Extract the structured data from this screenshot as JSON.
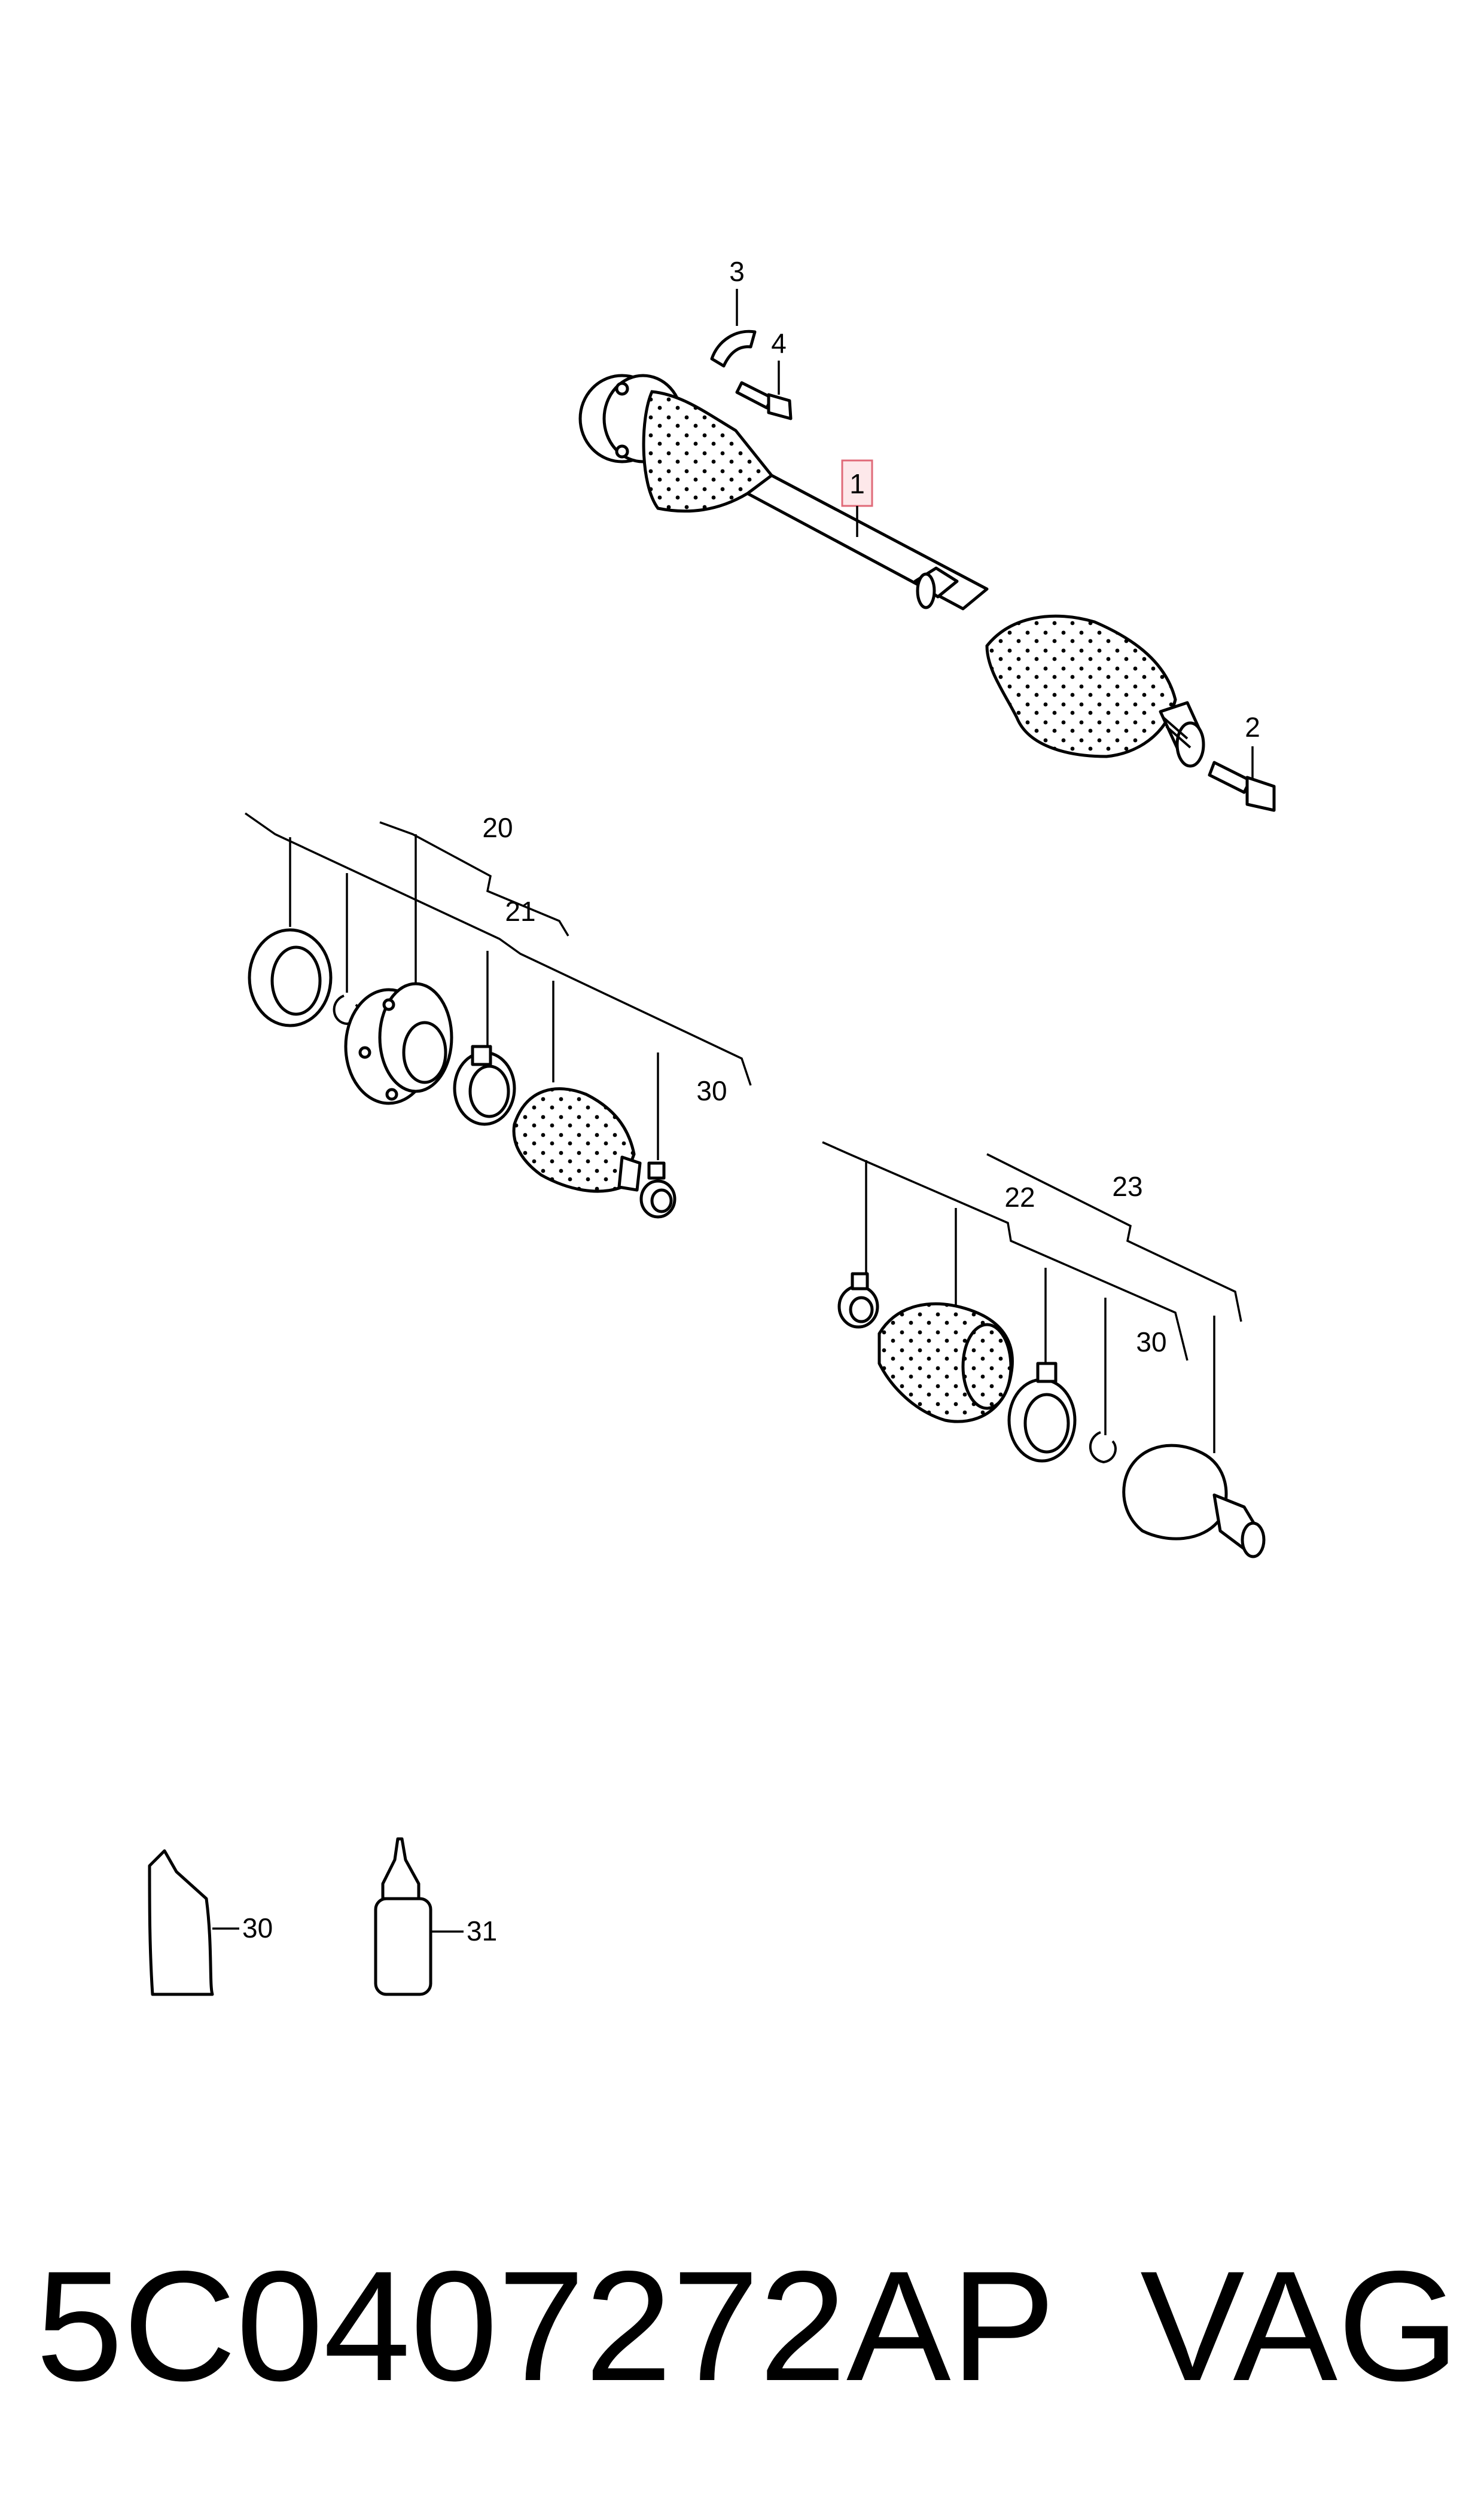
{
  "callouts": {
    "c1": "1",
    "c2": "2",
    "c3": "3",
    "c4": "4",
    "c20": "20",
    "c21": "21",
    "c30a": "30",
    "c22": "22",
    "c23": "23",
    "c30b": "30",
    "c30c": "30",
    "c31": "31"
  },
  "footer": {
    "part_number": "5C0407272AP",
    "brand": "VAG"
  },
  "colors": {
    "highlight_fill": "#fde8ea",
    "highlight_stroke": "#e06a78"
  }
}
